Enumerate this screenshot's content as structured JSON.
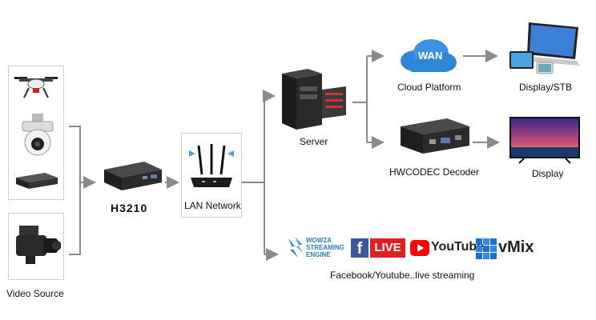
{
  "labels": {
    "video_source": "Video Source",
    "encoder": "H3210",
    "lan": "LAN Network",
    "server": "Server",
    "cloud": "Cloud Platform",
    "cloud_badge": "WAN",
    "display_stb": "Display/STB",
    "decoder": "HWCODEC Decoder",
    "display": "Display",
    "streaming": "Facebook/Youtube..live streaming"
  },
  "logos": {
    "wowza_line1": "WOWZA",
    "wowza_line2": "STREAMING",
    "wowza_line3": "ENGINE",
    "facebook_letter": "f",
    "live": "LIVE",
    "youtube": "YouTube",
    "vmix": "vMix"
  },
  "icons": [
    "drone-icon",
    "ptz-camera-icon",
    "set-top-box-icon",
    "camcorder-icon",
    "encoder-device-icon",
    "router-icon",
    "server-icon",
    "cloud-icon",
    "laptop-tablet-icon",
    "decoder-device-icon",
    "tv-icon"
  ],
  "colors": {
    "arrow": "#8a8a8a",
    "cloud": "#2f86d6",
    "facebook": "#3b5998",
    "live_red": "#e02020",
    "youtube_red": "#ff0000",
    "wowza_blue": "#2a7fc1",
    "vmix_blue": "#1c6fd0"
  }
}
